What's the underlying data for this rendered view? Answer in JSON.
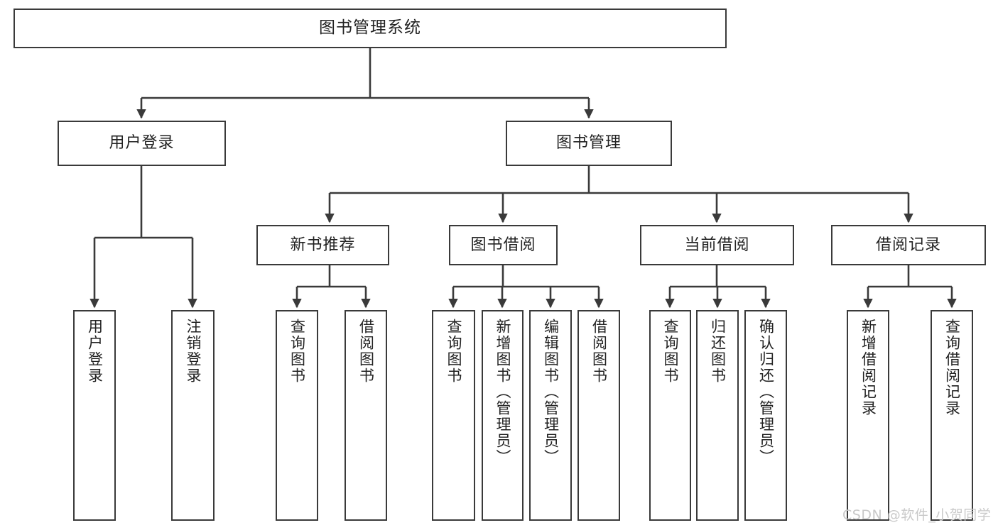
{
  "diagram": {
    "title": "图书管理系统",
    "type": "tree-hierarchy",
    "background_color": "#ffffff",
    "line_color": "#3a3a3a",
    "text_color": "#222222",
    "root": {
      "label": "图书管理系统"
    },
    "level2": [
      {
        "label": "用户登录"
      },
      {
        "label": "图书管理"
      }
    ],
    "level3": [
      {
        "label": "新书推荐"
      },
      {
        "label": "图书借阅"
      },
      {
        "label": "当前借阅"
      },
      {
        "label": "借阅记录"
      }
    ],
    "leaves": {
      "user_login": [
        {
          "label": "用户登录"
        },
        {
          "label": "注销登录"
        }
      ],
      "new_book_recommend": [
        {
          "label": "查询图书"
        },
        {
          "label": "借阅图书"
        }
      ],
      "book_borrow": [
        {
          "label": "查询图书"
        },
        {
          "label": "新增图书（管理员）"
        },
        {
          "label": "编辑图书（管理员）"
        },
        {
          "label": "借阅图书"
        }
      ],
      "current_borrow": [
        {
          "label": "查询图书"
        },
        {
          "label": "归还图书"
        },
        {
          "label": "确认归还（管理员）"
        }
      ],
      "borrow_record": [
        {
          "label": "新增借阅记录"
        },
        {
          "label": "查询借阅记录"
        }
      ]
    }
  },
  "watermark": {
    "text": "CSDN @软件_小贺同学"
  }
}
